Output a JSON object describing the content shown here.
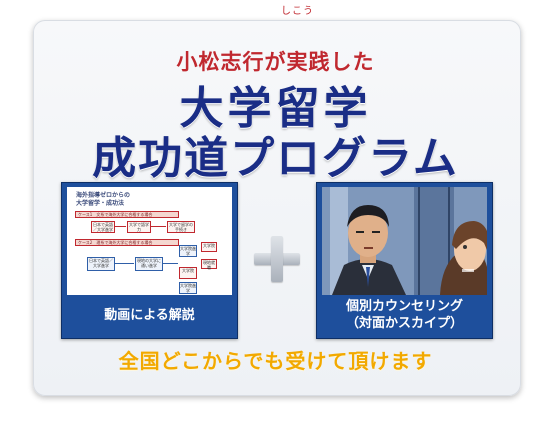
{
  "header": {
    "ruby": "しこう",
    "subtitle": "小松志行が実践した",
    "title_line1": "大学留学",
    "title_line2": "成功道プログラム"
  },
  "left_panel": {
    "caption": "動画による解説",
    "doc": {
      "title_line1": "海外指導ゼロからの",
      "title_line2": "大学留学・成功法",
      "bar1": "ケース1　文系で海外大学に合格する場合",
      "bar2": "ケース2　理系で海外大学に合格する場合",
      "boxes": [
        "日本で英語／大学進学",
        "大学で語学力",
        "大学で留学の手続き",
        "日本で英語／大学進学",
        "現地の大学に通い進学",
        "大学院進学",
        "大学院",
        "現地就職",
        "大学院",
        "大学院進学"
      ]
    }
  },
  "plus_symbol": "+",
  "right_panel": {
    "caption_line1": "個別カウンセリング",
    "caption_line2": "（対面かスカイプ）"
  },
  "footer": {
    "text": "全国どこからでも受けて頂けます"
  },
  "colors": {
    "title_blue": "#1a2d86",
    "subtitle_red": "#c0282f",
    "panel_blue": "#1e4f9c",
    "footer_orange": "#f2a900"
  }
}
